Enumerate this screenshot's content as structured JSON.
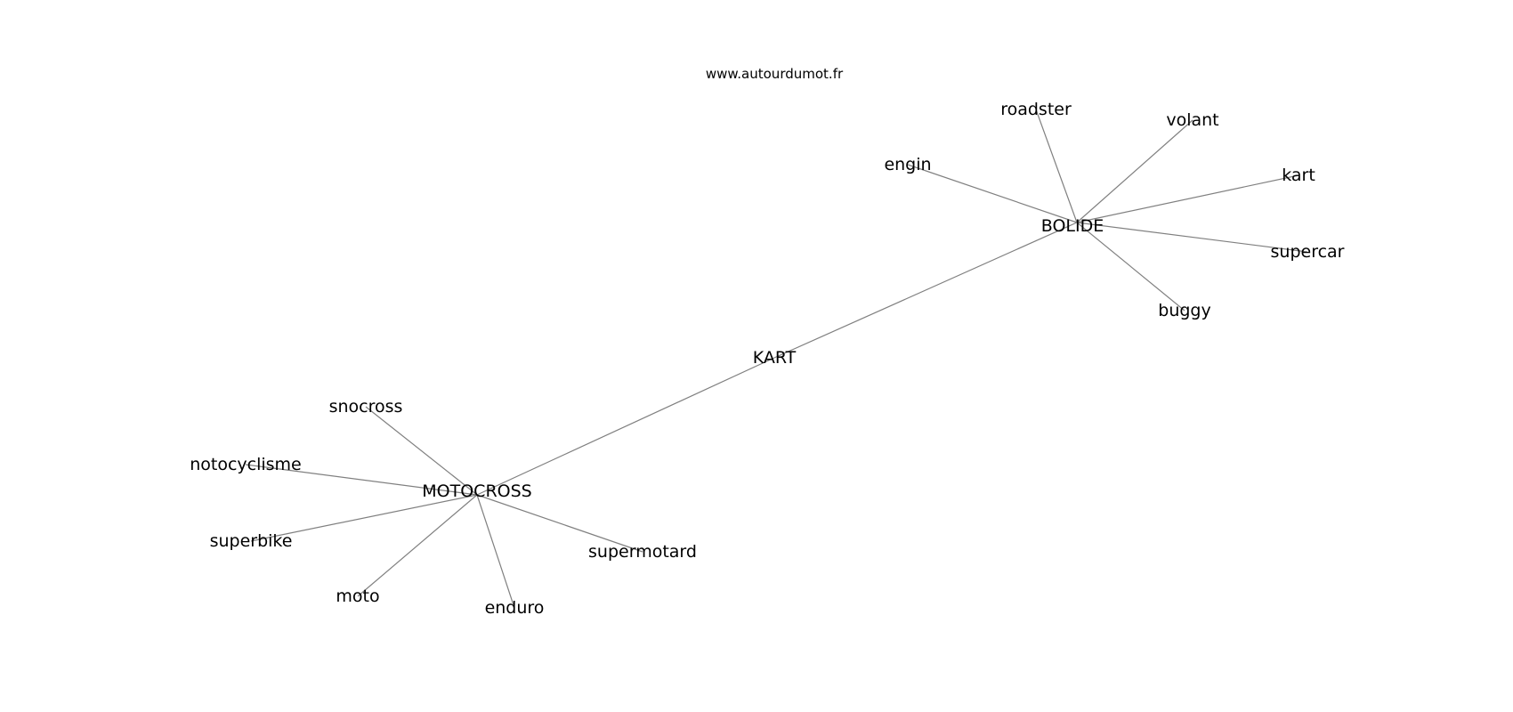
{
  "watermark": "www.autourdumot.fr",
  "graph": {
    "nodes": [
      {
        "id": "kart_center",
        "label": "KART"
      },
      {
        "id": "bolide",
        "label": "BOLIDE"
      },
      {
        "id": "motocross",
        "label": "MOTOCROSS"
      },
      {
        "id": "roadster",
        "label": "roadster"
      },
      {
        "id": "volant",
        "label": "volant"
      },
      {
        "id": "engin",
        "label": "engin"
      },
      {
        "id": "kart",
        "label": "kart"
      },
      {
        "id": "supercar",
        "label": "supercar"
      },
      {
        "id": "buggy",
        "label": "buggy"
      },
      {
        "id": "snocross",
        "label": "snocross"
      },
      {
        "id": "notocyclisme",
        "label": "notocyclisme"
      },
      {
        "id": "superbike",
        "label": "superbike"
      },
      {
        "id": "supermotard",
        "label": "supermotard"
      },
      {
        "id": "moto",
        "label": "moto"
      },
      {
        "id": "enduro",
        "label": "enduro"
      }
    ],
    "edges": [
      [
        "kart_center",
        "bolide"
      ],
      [
        "kart_center",
        "motocross"
      ],
      [
        "bolide",
        "roadster"
      ],
      [
        "bolide",
        "volant"
      ],
      [
        "bolide",
        "engin"
      ],
      [
        "bolide",
        "kart"
      ],
      [
        "bolide",
        "supercar"
      ],
      [
        "bolide",
        "buggy"
      ],
      [
        "motocross",
        "snocross"
      ],
      [
        "motocross",
        "notocyclisme"
      ],
      [
        "motocross",
        "superbike"
      ],
      [
        "motocross",
        "supermotard"
      ],
      [
        "motocross",
        "moto"
      ],
      [
        "motocross",
        "enduro"
      ]
    ]
  }
}
